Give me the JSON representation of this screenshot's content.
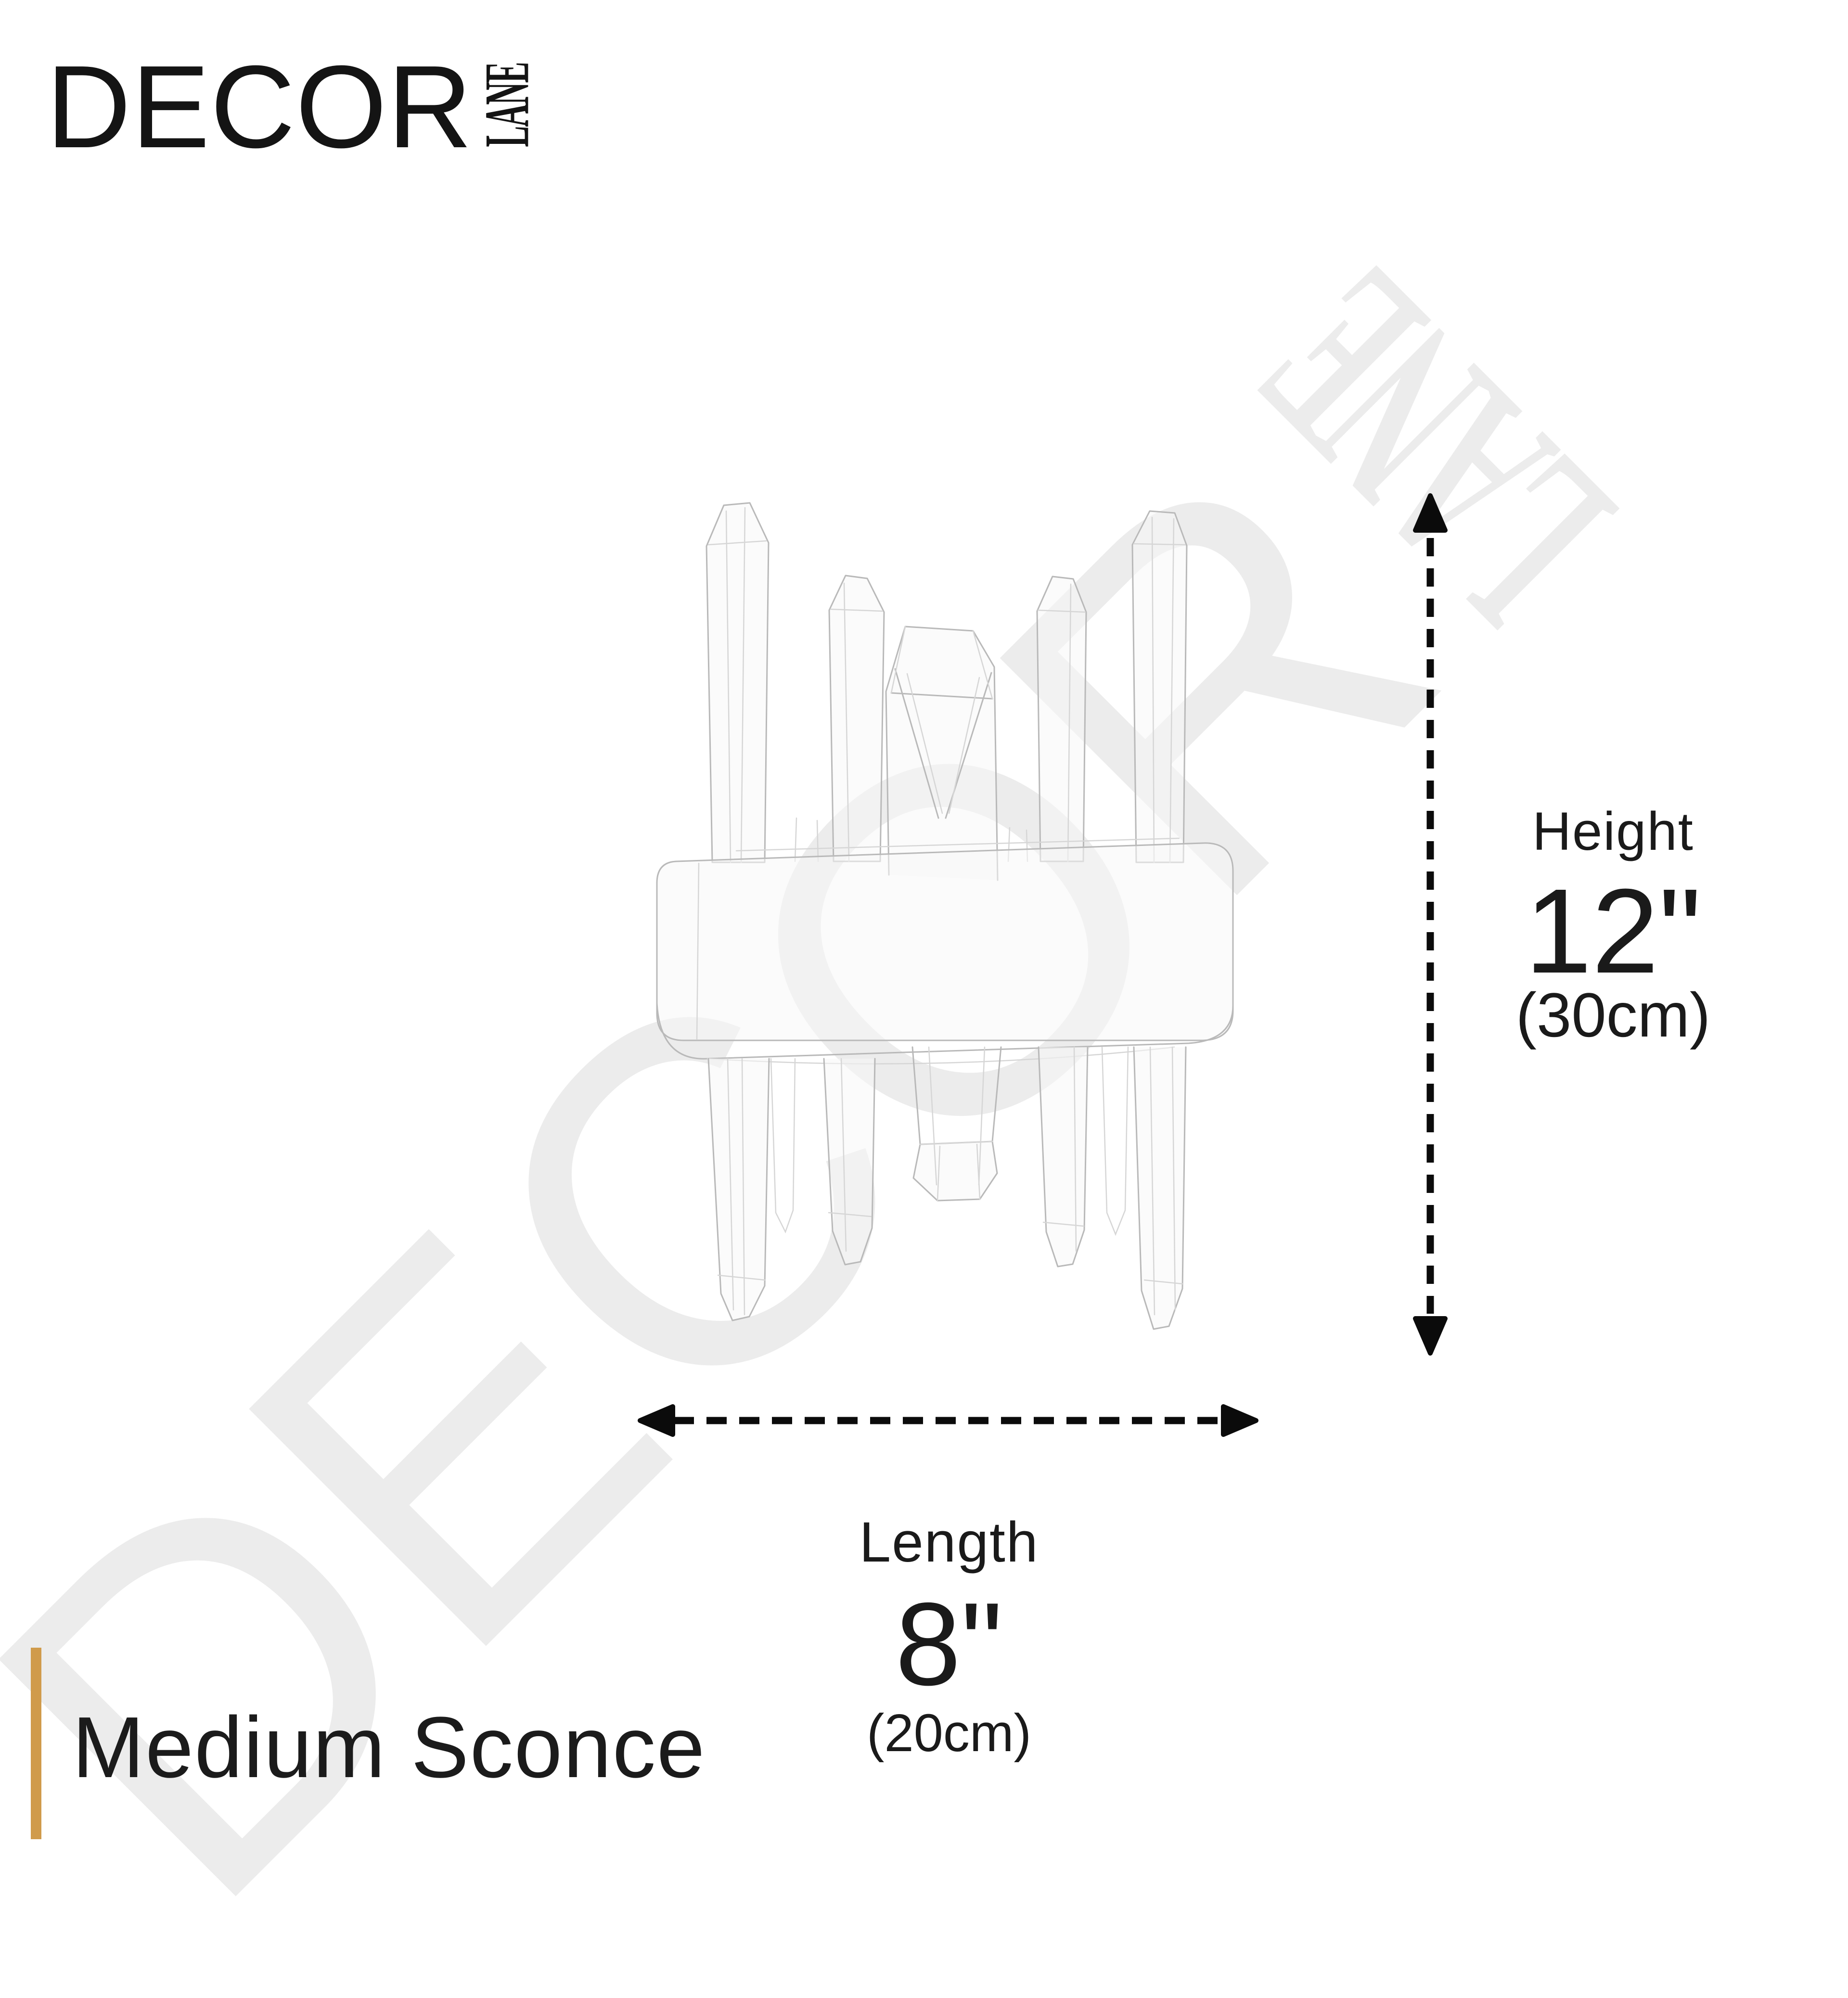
{
  "brand": {
    "name": "DECOR",
    "sub": "LANE"
  },
  "watermark": {
    "name": "DECOR",
    "sub": "LANE"
  },
  "dimensions": {
    "height": {
      "label": "Height",
      "value": "12\"",
      "metric": "(30cm)"
    },
    "length": {
      "label": "Length",
      "value": "8\"",
      "metric": "(20cm)"
    }
  },
  "product": {
    "title": "Medium Sconce"
  },
  "colors": {
    "accent": "#D09B4B",
    "watermark_gray": "#ececec",
    "sketch_stroke": "#b9b9b9"
  },
  "icons": {
    "height_arrow": "vertical-dashed-double-arrow",
    "length_arrow": "horizontal-dashed-double-arrow",
    "drawing": "crystal-sconce-line-drawing"
  }
}
